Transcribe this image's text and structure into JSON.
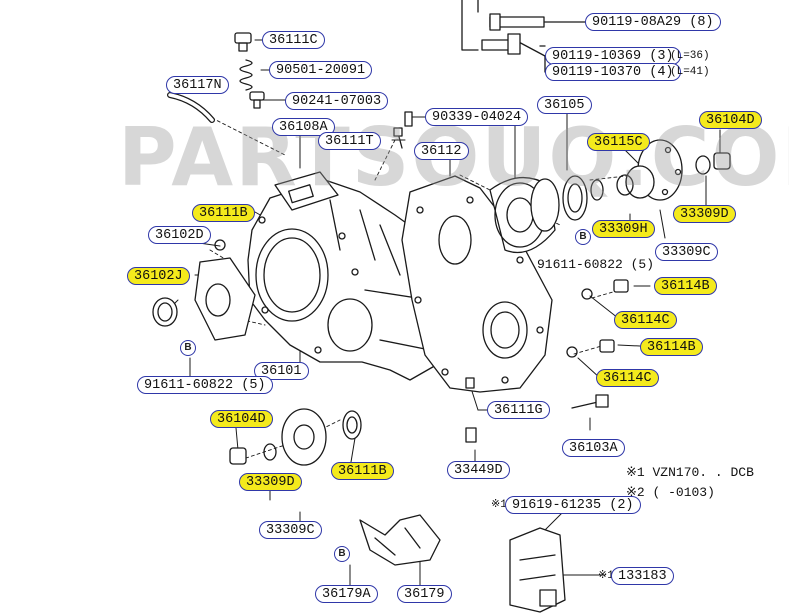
{
  "watermark": "PARTSOUQ.COM",
  "parts": {
    "p90119_08a29": "90119-08A29 (8)",
    "p36111c": "36111C",
    "p90119_10369": "90119-10369 (3)",
    "p90119_10370": "90119-10370 (4)",
    "p36117n": "36117N",
    "p90501": "90501-20091",
    "p90241": "90241-07003",
    "p90339": "90339-04024",
    "p36105": "36105",
    "p36104d_top": "36104D",
    "p36108a": "36108A",
    "p36111t": "36111T",
    "p36112": "36112",
    "p36115c": "36115C",
    "p36111b_top": "36111B",
    "p33309d_top": "33309D",
    "p33309h": "33309H",
    "p36102d": "36102D",
    "p33309c_top": "33309C",
    "p36102j": "36102J",
    "p91611_top": "91611-60822 (5)",
    "p36114b_top": "36114B",
    "p36114c_top": "36114C",
    "p36114b_bottom": "36114B",
    "p36101": "36101",
    "p36114c_bottom": "36114C",
    "p91611_bottom": "91611-60822 (5)",
    "p36111g": "36111G",
    "p36104d_bottom": "36104D",
    "p36103a": "36103A",
    "p36111b_bottom": "36111B",
    "p33449d": "33449D",
    "p33309d_bottom": "33309D",
    "p33309c_bottom": "33309C",
    "p91619": "91619-61235 (2)",
    "p36179a": "36179A",
    "p36179": "36179",
    "p133183": "133183"
  },
  "range_marks": {
    "r1": "(L=36)",
    "r2": "(L=41)"
  },
  "notes": {
    "note1": "※1 VZN170. . DCB",
    "note2": "※2 (        -0103)",
    "mark1": "※1",
    "mark2": "※1"
  },
  "b_mark": "B"
}
